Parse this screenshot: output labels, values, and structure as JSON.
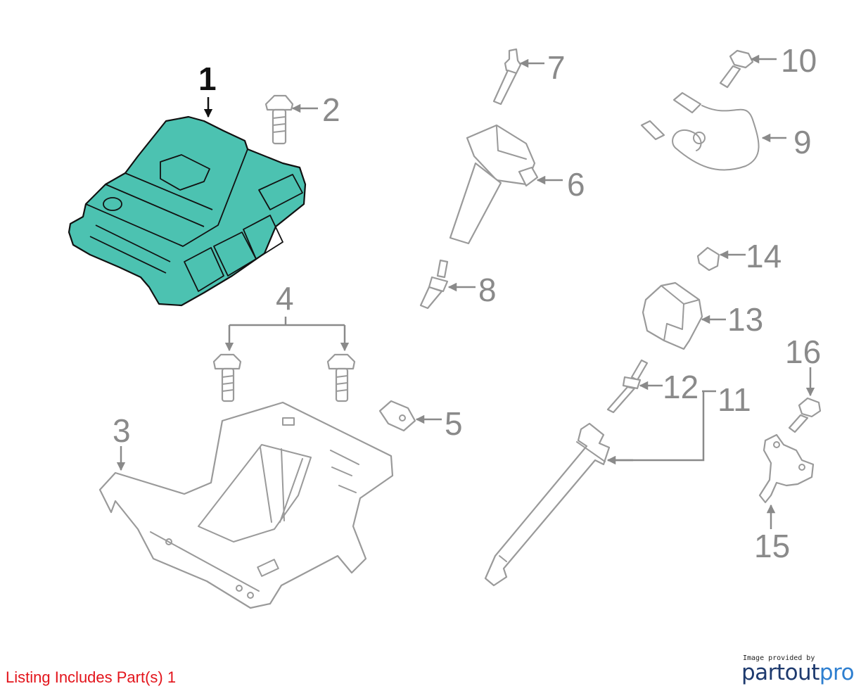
{
  "diagram": {
    "callouts": [
      "1",
      "2",
      "3",
      "4",
      "5",
      "6",
      "7",
      "8",
      "9",
      "10",
      "11",
      "12",
      "13",
      "14",
      "15",
      "16"
    ],
    "selected_part": "1",
    "colors": {
      "selected_fill": "#4cc2b1",
      "outline": "#9a9a9a",
      "callout_text": "#8a8a8a",
      "selected_text": "#111111"
    }
  },
  "footer": {
    "listing_text": "Listing Includes Part(s) 1",
    "listing_color": "#e3141b",
    "credit_small": "Image provided by",
    "brand_part1": "partout",
    "brand_part2": "pro"
  }
}
